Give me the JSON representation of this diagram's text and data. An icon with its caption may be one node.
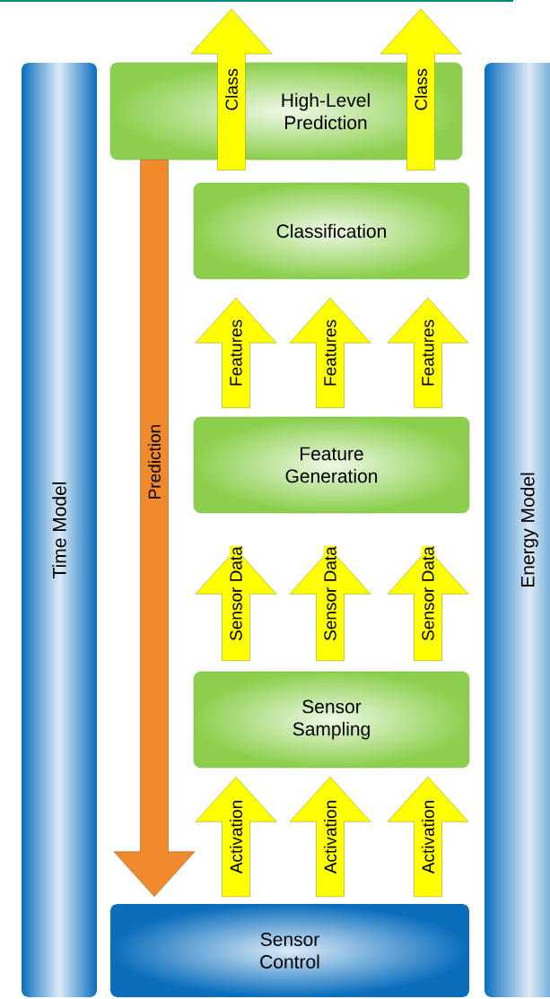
{
  "diagram": {
    "nodes": [
      {
        "text": [
          "Time Model"
        ]
      },
      {
        "text": [
          "High-Level Prediction"
        ]
      },
      {
        "text": [
          "Classification"
        ]
      },
      {
        "text": [
          "Feature Generation"
        ]
      },
      {
        "text": [
          "Sensor Sampling"
        ]
      },
      {
        "text": [
          "Sensor Control"
        ]
      },
      {
        "text": [
          "Energy Model"
        ]
      }
    ],
    "edges": [
      {
        "from": 2,
        "to": null,
        "arrow": "to",
        "label": "Class"
      },
      {
        "from": 2,
        "to": null,
        "arrow": "to",
        "label": "Class"
      },
      {
        "from": 3,
        "to": 2,
        "arrow": "to",
        "label": "Features"
      },
      {
        "from": 3,
        "to": 2,
        "arrow": "to",
        "label": "Features"
      },
      {
        "from": 3,
        "to": 2,
        "arrow": "to",
        "label": "Features"
      },
      {
        "from": 4,
        "to": 3,
        "arrow": "to",
        "label": "Sensor Data"
      },
      {
        "from": 4,
        "to": 3,
        "arrow": "to",
        "label": "Sensor Data"
      },
      {
        "from": 4,
        "to": 3,
        "arrow": "to",
        "label": "Sensor Data"
      },
      {
        "from": 5,
        "to": 4,
        "arrow": "to",
        "label": "Activation"
      },
      {
        "from": 5,
        "to": 4,
        "arrow": "to",
        "label": "Activation"
      },
      {
        "from": 5,
        "to": 4,
        "arrow": "to",
        "label": "Activation"
      },
      {
        "from": 1,
        "to": 5,
        "arrow": "to",
        "label": "Prediction",
        "color": "#f08a2c"
      }
    ]
  }
}
